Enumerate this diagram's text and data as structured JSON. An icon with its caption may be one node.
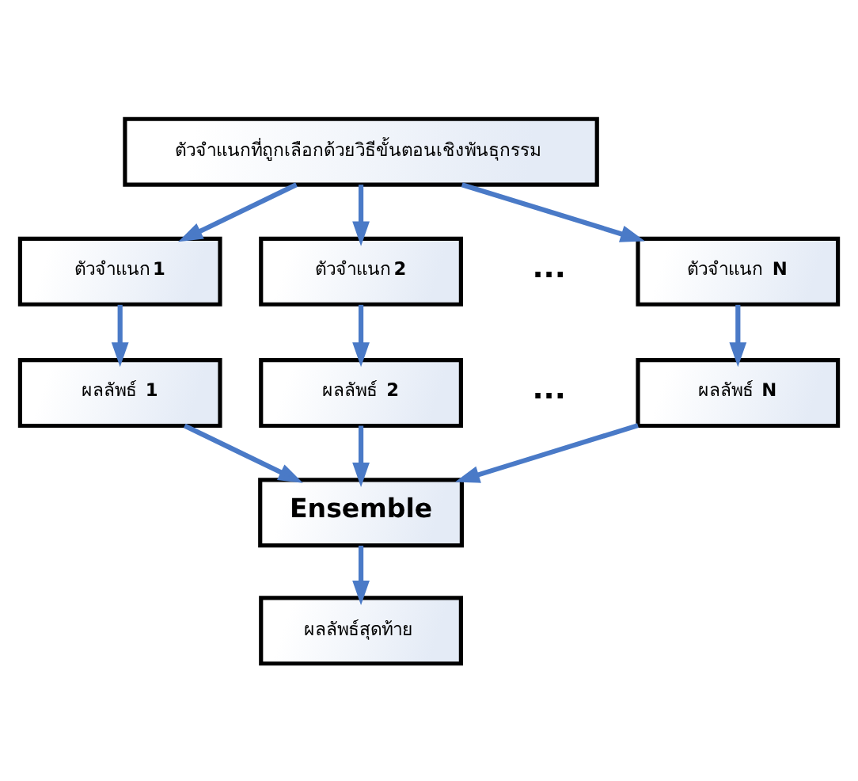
{
  "diagram": {
    "nodes": [
      {
        "text": [
          "ตัวจำแนกที่ถูกเลือกด้วยวิธีขั้นตอนเชิงพันธุกรรม"
        ]
      },
      {
        "text": [
          "ตัวจำแนก**1**"
        ]
      },
      {
        "text": [
          "ตัวจำแนก**2**"
        ]
      },
      {
        "text": [
          "ตัวจำแนก **N**"
        ]
      },
      {
        "text": [
          "ผลลัพธ์ **1**"
        ]
      },
      {
        "text": [
          "ผลลัพธ์ **2**"
        ]
      },
      {
        "text": [
          "ผลลัพธ์ **N**"
        ]
      },
      {
        "text": [
          "Ensemble"
        ]
      },
      {
        "text": [
          "ผลลัพธ์สุดท้าย"
        ]
      }
    ],
    "edges": [
      {
        "from": 0,
        "to": 1,
        "arrow": "to"
      },
      {
        "from": 0,
        "to": 2,
        "arrow": "to"
      },
      {
        "from": 0,
        "to": 3,
        "arrow": "to"
      },
      {
        "from": 1,
        "to": 4,
        "arrow": "to"
      },
      {
        "from": 2,
        "to": 5,
        "arrow": "to"
      },
      {
        "from": 3,
        "to": 6,
        "arrow": "to"
      },
      {
        "from": 4,
        "to": 7,
        "arrow": "to"
      },
      {
        "from": 5,
        "to": 7,
        "arrow": "to"
      },
      {
        "from": 6,
        "to": 7,
        "arrow": "to"
      },
      {
        "from": 7,
        "to": 8,
        "arrow": "to"
      }
    ],
    "labels": [
      "...",
      "..."
    ]
  }
}
